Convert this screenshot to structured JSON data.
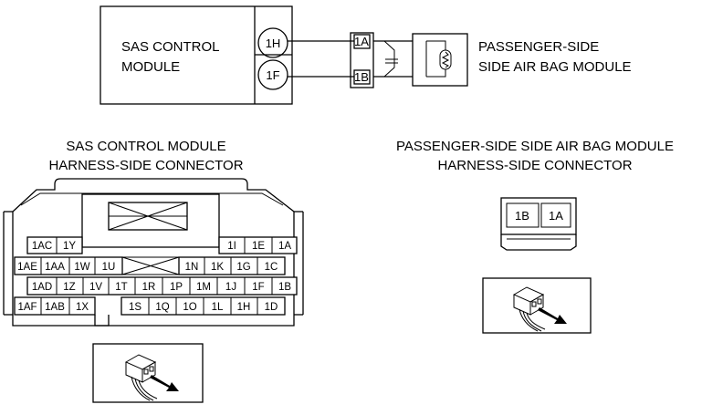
{
  "wiring": {
    "sas_module_label_line1": "SAS CONTROL",
    "sas_module_label_line2": "MODULE",
    "sas_pin_top": "1H",
    "sas_pin_bottom": "1F",
    "conn_pin_top": "1A",
    "conn_pin_bottom": "1B",
    "airbag_label_line1": "PASSENGER-SIDE",
    "airbag_label_line2": "SIDE AIR BAG MODULE"
  },
  "sas_connector": {
    "title_line1": "SAS CONTROL MODULE",
    "title_line2": "HARNESS-SIDE CONNECTOR",
    "row1_left": [
      "1AC",
      "1Y"
    ],
    "row1_right": [
      "1I",
      "1E",
      "1A"
    ],
    "row2_left": [
      "1AE",
      "1AA",
      "1W",
      "1U"
    ],
    "row2_right": [
      "1N",
      "1K",
      "1G",
      "1C"
    ],
    "row3": [
      "1AD",
      "1Z",
      "1V",
      "1T",
      "1R",
      "1P",
      "1M",
      "1J",
      "1F",
      "1B"
    ],
    "row4_left": [
      "1AF",
      "1AB",
      "1X"
    ],
    "row4_right": [
      "1S",
      "1Q",
      "1O",
      "1L",
      "1H",
      "1D"
    ]
  },
  "airbag_connector": {
    "title_line1": "PASSENGER-SIDE SIDE AIR BAG MODULE",
    "title_line2": "HARNESS-SIDE CONNECTOR",
    "pins": [
      "1B",
      "1A"
    ]
  },
  "icons": [
    "probe-view-icon",
    "probe-view-icon"
  ]
}
